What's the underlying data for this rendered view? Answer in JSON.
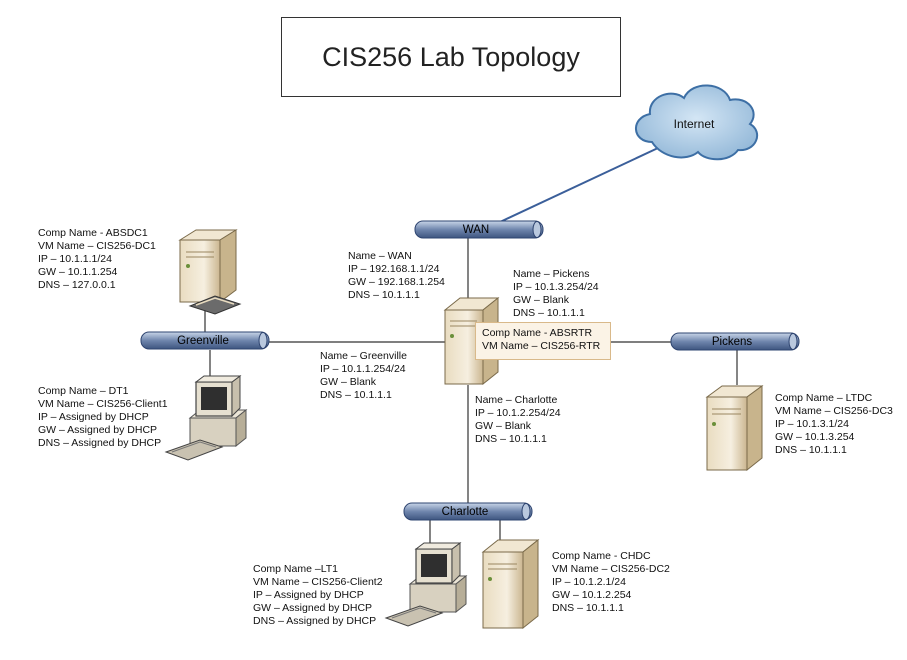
{
  "title": "CIS256 Lab Topology",
  "cloud_label": "Internet",
  "buses": {
    "wan": "WAN",
    "greenville": "Greenville",
    "pickens": "Pickens",
    "charlotte": "Charlotte"
  },
  "absdc1": [
    "Comp Name - ABSDC1",
    "VM Name – CIS256-DC1",
    "IP – 10.1.1.1/24",
    "GW – 10.1.1.254",
    "DNS – 127.0.0.1"
  ],
  "dt1": [
    "Comp Name – DT1",
    "VM Name – CIS256-Client1",
    "IP – Assigned by DHCP",
    "GW – Assigned by DHCP",
    "DNS – Assigned by DHCP"
  ],
  "wan_if": [
    "Name – WAN",
    "IP – 192.168.1.1/24",
    "GW – 192.168.1.254",
    "DNS – 10.1.1.1"
  ],
  "pickens_if": [
    "Name – Pickens",
    "IP – 10.1.3.254/24",
    "GW – Blank",
    "DNS – 10.1.1.1"
  ],
  "router": [
    "Comp Name - ABSRTR",
    "VM Name – CIS256-RTR"
  ],
  "greenville_if": [
    "Name – Greenville",
    "IP – 10.1.1.254/24",
    "GW – Blank",
    "DNS – 10.1.1.1"
  ],
  "charlotte_if": [
    "Name – Charlotte",
    "IP – 10.1.2.254/24",
    "GW – Blank",
    "DNS – 10.1.1.1"
  ],
  "ltdc": [
    "Comp Name – LTDC",
    "VM Name – CIS256-DC3",
    "IP – 10.1.3.1/24",
    "GW – 10.1.3.254",
    "DNS – 10.1.1.1"
  ],
  "lt1": [
    "Comp Name –LT1",
    "VM Name – CIS256-Client2",
    "IP – Assigned by DHCP",
    "GW – Assigned by DHCP",
    "DNS – Assigned by DHCP"
  ],
  "chdc": [
    "Comp Name - CHDC",
    "VM Name – CIS256-DC2",
    "IP – 10.1.2.1/24",
    "GW – 10.1.2.254",
    "DNS – 10.1.1.1"
  ]
}
